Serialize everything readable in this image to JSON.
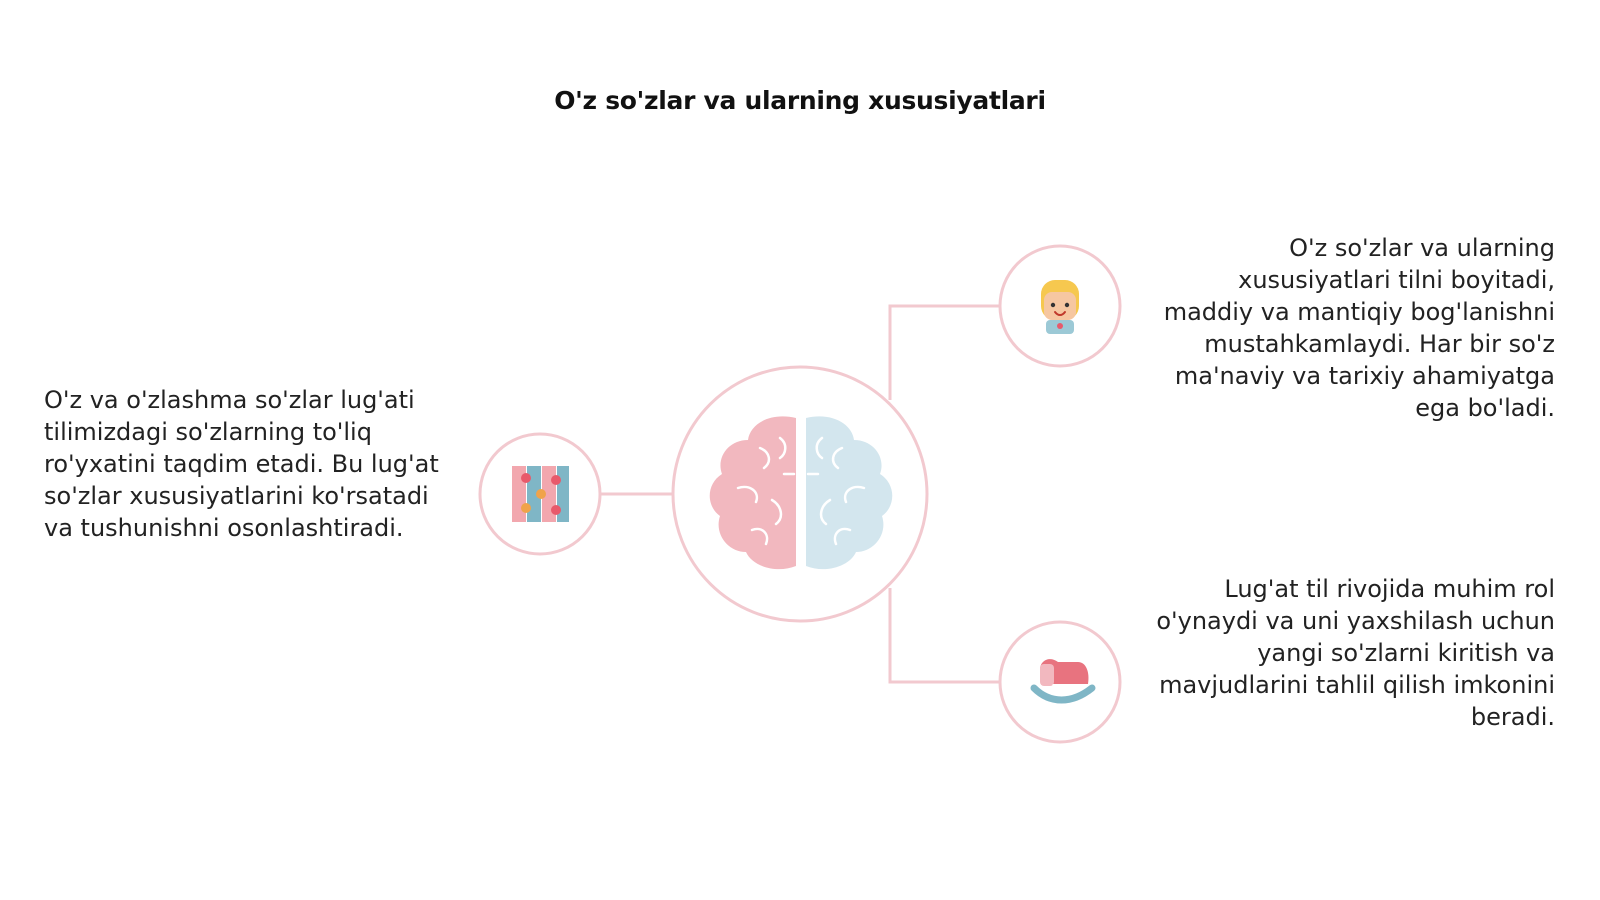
{
  "title": "O'z so'zlar va ularning xususiyatlari",
  "nodes": {
    "left": {
      "icon": "puzzle-blocks-icon",
      "text": "O'z va o'zlashma so'zlar lug'ati tilimizdagi so'zlarning to'liq ro'yxatini taqdim etadi. Bu lug'at so'zlar xususiyatlarini ko'rsatadi va tushunishni osonlashtiradi."
    },
    "top_right": {
      "icon": "child-face-icon",
      "text": "O'z so'zlar va ularning xususiyatlari tilni boyitadi, maddiy va mantiqiy bog'lanishni mustahkamlaydi. Har bir so'z ma'naviy va tarixiy ahamiyatga ega bo'ladi."
    },
    "bottom_right": {
      "icon": "rocking-horse-icon",
      "text": "Lug'at til rivojida muhim rol o'ynaydi va uni yaxshilash uchun yangi so'zlarni kiritish va mavjudlarini tahlil qilish imkonini beradi."
    },
    "center": {
      "icon": "brain-icon"
    }
  },
  "colors": {
    "ring": "#f2c9cf",
    "connector": "#f2c9cf",
    "brain_left": "#f2b8bf",
    "brain_right": "#d3e6ee",
    "text": "#222222"
  }
}
